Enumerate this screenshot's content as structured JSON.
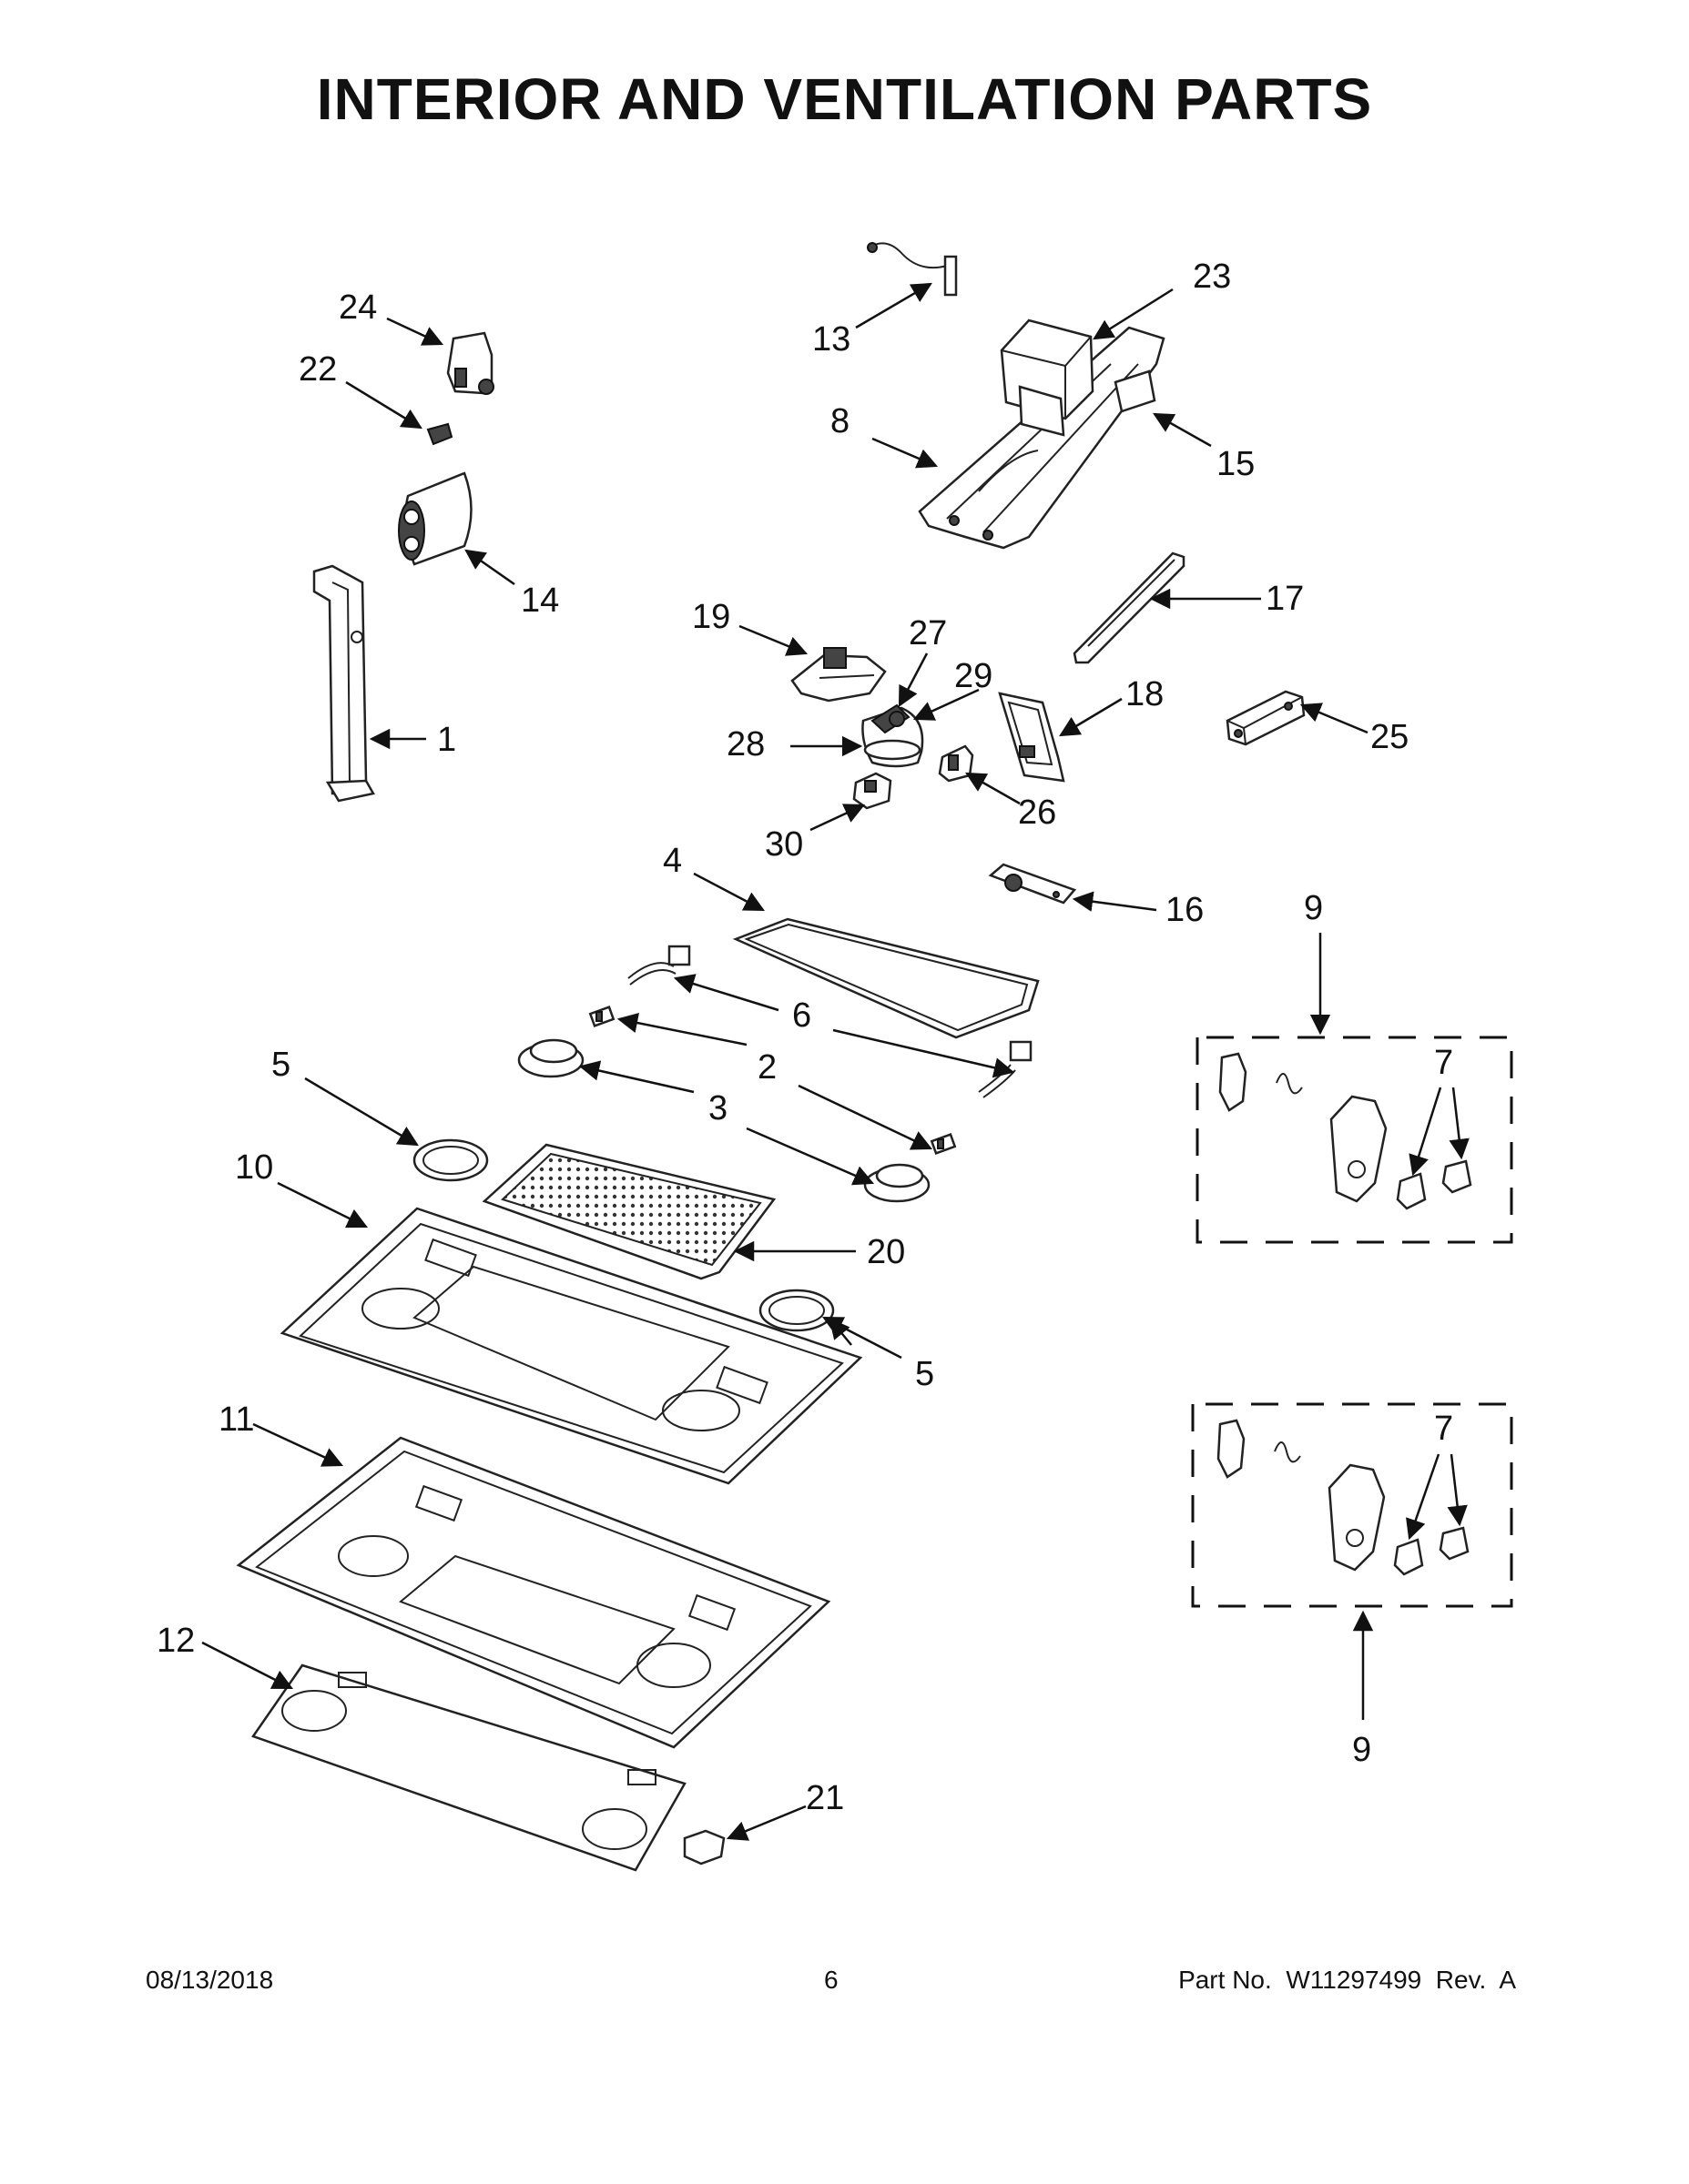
{
  "title": "INTERIOR AND VENTILATION PARTS",
  "footer": {
    "date": "08/13/2018",
    "page": "6",
    "part_number": "Part No.  W11297499  Rev.  A"
  },
  "callouts": {
    "c1": "1",
    "c2": "2",
    "c2b": "2",
    "c3": "3",
    "c3b": "3",
    "c4": "4",
    "c5a": "5",
    "c5b": "5",
    "c6": "6",
    "c6b": "6",
    "c7a": "7",
    "c7b": "7",
    "c8": "8",
    "c9a": "9",
    "c9b": "9",
    "c10": "10",
    "c11": "11",
    "c12": "12",
    "c13": "13",
    "c14": "14",
    "c15": "15",
    "c16": "16",
    "c17": "17",
    "c18": "18",
    "c19": "19",
    "c20": "20",
    "c21": "21",
    "c22": "22",
    "c23": "23",
    "c24": "24",
    "c25": "25",
    "c26": "26",
    "c27": "27",
    "c28": "28",
    "c29": "29",
    "c30": "30"
  }
}
